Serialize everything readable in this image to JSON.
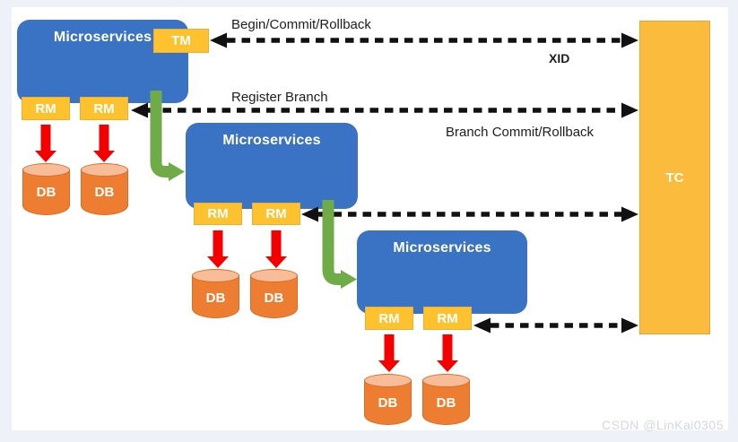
{
  "watermark": "CSDN @LinKai0305",
  "colors": {
    "page_background": "#eff1f8",
    "canvas_background": "#ffffff",
    "service_blue": "#3b73c4",
    "component_orange": "#fec22e",
    "tc_orange": "#fbbb3d",
    "db_orange": "#ed7d31",
    "db_top_orange": "#f6bd98",
    "arrow_red": "#f40000",
    "arrow_green": "#6fac47",
    "dashed_line_black": "#111111"
  },
  "coordinator": {
    "label": "TC"
  },
  "transaction_manager": {
    "label": "TM"
  },
  "services": [
    {
      "label": "Microservices",
      "rm": [
        "RM",
        "RM"
      ],
      "db": [
        "DB",
        "DB"
      ]
    },
    {
      "label": "Microservices",
      "rm": [
        "RM",
        "RM"
      ],
      "db": [
        "DB",
        "DB"
      ]
    },
    {
      "label": "Microservices",
      "rm": [
        "RM",
        "RM"
      ],
      "db": [
        "DB",
        "DB"
      ]
    }
  ],
  "messages": {
    "begin_commit_rollback": "Begin/Commit/Rollback",
    "xid": "XID",
    "register_branch": "Register Branch",
    "branch_commit_rollback": "Branch Commit/Rollback"
  }
}
